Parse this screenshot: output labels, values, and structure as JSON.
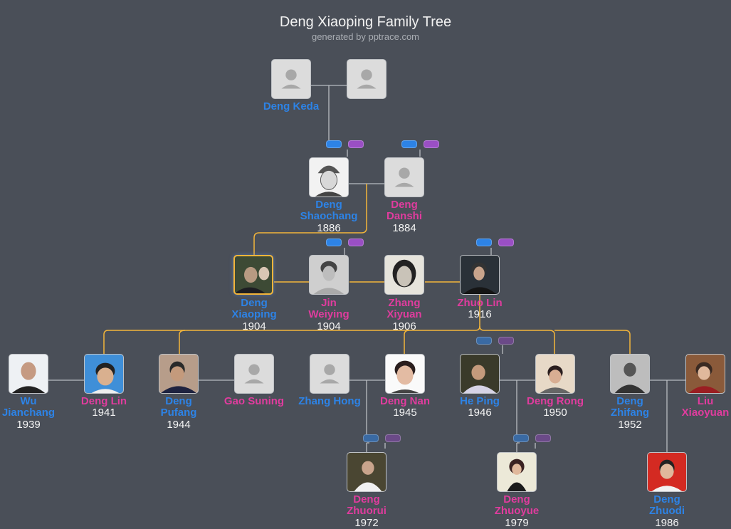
{
  "header": {
    "title": "Deng Xiaoping Family Tree",
    "subtitle": "generated by pptrace.com"
  },
  "colors": {
    "background": "#4a4f58",
    "male": "#2d83e6",
    "female": "#e03c9e",
    "lineage_line": "#f3b53a",
    "spouse_line": "#b8bcc2",
    "add_male_pill": "#2d83e6",
    "add_female_pill": "#9a4fc4"
  },
  "people": {
    "deng_keda": {
      "name": "Deng Keda",
      "year": "",
      "gender": "male",
      "photo": "placeholder"
    },
    "unknown_spouse": {
      "name": "",
      "year": "",
      "gender": "unknown",
      "photo": "placeholder"
    },
    "deng_shaochang": {
      "name": "Deng Shaochang",
      "line1": "Deng",
      "line2": "Shaochang",
      "year": "1886",
      "gender": "male",
      "photo": "sketch"
    },
    "deng_danshi": {
      "name": "Deng Danshi",
      "line1": "Deng",
      "line2": "Danshi",
      "year": "1884",
      "gender": "female",
      "photo": "placeholder"
    },
    "deng_xiaoping": {
      "name": "Deng Xiaoping",
      "line1": "Deng",
      "line2": "Xiaoping",
      "year": "1904",
      "gender": "male",
      "photo": "photo",
      "highlighted": true
    },
    "jin_weiying": {
      "name": "Jin Weiying",
      "line1": "Jin",
      "line2": "Weiying",
      "year": "1904",
      "gender": "female",
      "photo": "photo"
    },
    "zhang_xiyuan": {
      "name": "Zhang Xiyuan",
      "line1": "Zhang",
      "line2": "Xiyuan",
      "year": "1906",
      "gender": "female",
      "photo": "photo"
    },
    "zhuo_lin": {
      "name": "Zhuo Lin",
      "year": "1916",
      "gender": "female",
      "photo": "photo"
    },
    "wu_jianchang": {
      "name": "Wu Jianchang",
      "line1": "Wu",
      "line2": "Jianchang",
      "year": "1939",
      "gender": "male",
      "photo": "photo"
    },
    "deng_lin": {
      "name": "Deng Lin",
      "year": "1941",
      "gender": "female",
      "photo": "photo"
    },
    "deng_pufang": {
      "name": "Deng Pufang",
      "line1": "Deng",
      "line2": "Pufang",
      "year": "1944",
      "gender": "male",
      "photo": "photo"
    },
    "gao_suning": {
      "name": "Gao Suning",
      "year": "",
      "gender": "female",
      "photo": "placeholder"
    },
    "zhang_hong": {
      "name": "Zhang Hong",
      "year": "",
      "gender": "male",
      "photo": "placeholder"
    },
    "deng_nan": {
      "name": "Deng Nan",
      "year": "1945",
      "gender": "female",
      "photo": "photo"
    },
    "he_ping": {
      "name": "He Ping",
      "year": "1946",
      "gender": "male",
      "photo": "photo"
    },
    "deng_rong": {
      "name": "Deng Rong",
      "year": "1950",
      "gender": "female",
      "photo": "photo"
    },
    "deng_zhifang": {
      "name": "Deng Zhifang",
      "line1": "Deng",
      "line2": "Zhifang",
      "year": "1952",
      "gender": "male",
      "photo": "photo"
    },
    "liu_xiaoyuan": {
      "name": "Liu Xiaoyuan",
      "line1": "Liu",
      "line2": "Xiaoyuan",
      "year": "",
      "gender": "female",
      "photo": "photo"
    },
    "deng_zhuorui": {
      "name": "Deng Zhuorui",
      "line1": "Deng",
      "line2": "Zhuorui",
      "year": "1972",
      "gender": "female",
      "photo": "photo"
    },
    "deng_zhuoyue": {
      "name": "Deng Zhuoyue",
      "line1": "Deng",
      "line2": "Zhuoyue",
      "year": "1979",
      "gender": "female",
      "photo": "photo"
    },
    "deng_zhuodi": {
      "name": "Deng Zhuodi",
      "line1": "Deng",
      "line2": "Zhuodi",
      "year": "1986",
      "gender": "male",
      "photo": "photo"
    }
  },
  "add_buttons": {
    "male_icon": "add-son-pill",
    "female_icon": "add-daughter-pill"
  }
}
